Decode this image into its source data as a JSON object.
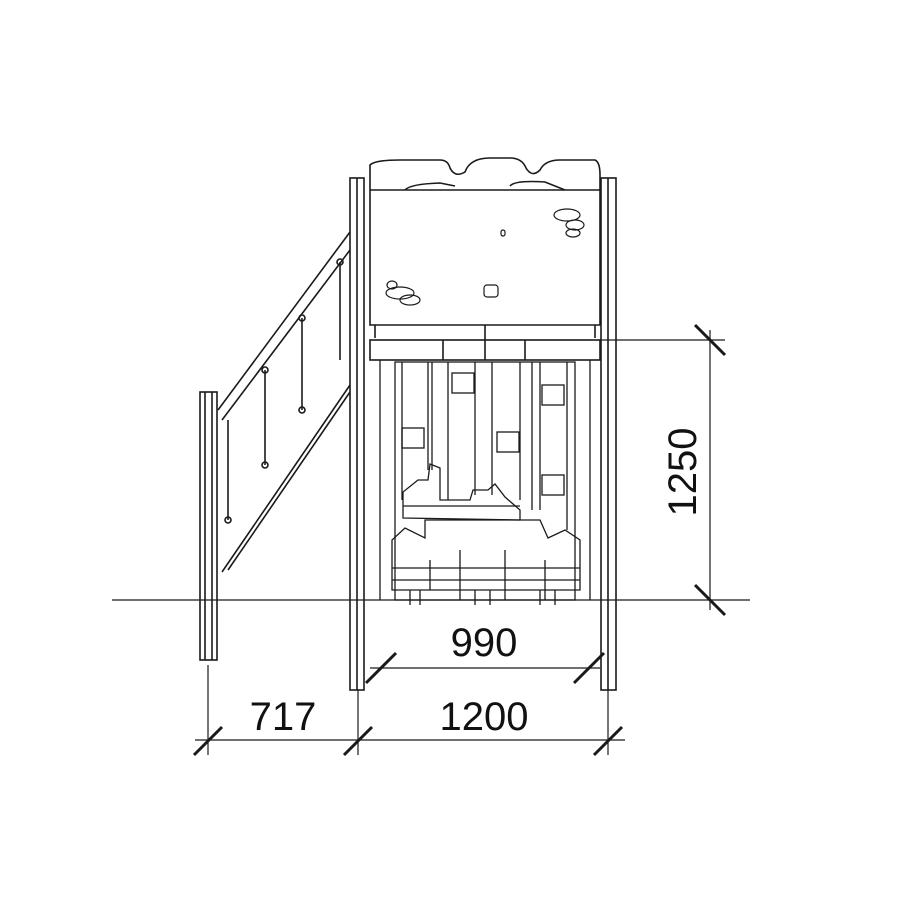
{
  "drawing": {
    "dimensions": {
      "height": "1250",
      "inner_width": "990",
      "stair_offset": "717",
      "outer_width": "1200"
    },
    "colors": {
      "line": "#1a1a1a",
      "background": "#ffffff"
    }
  }
}
